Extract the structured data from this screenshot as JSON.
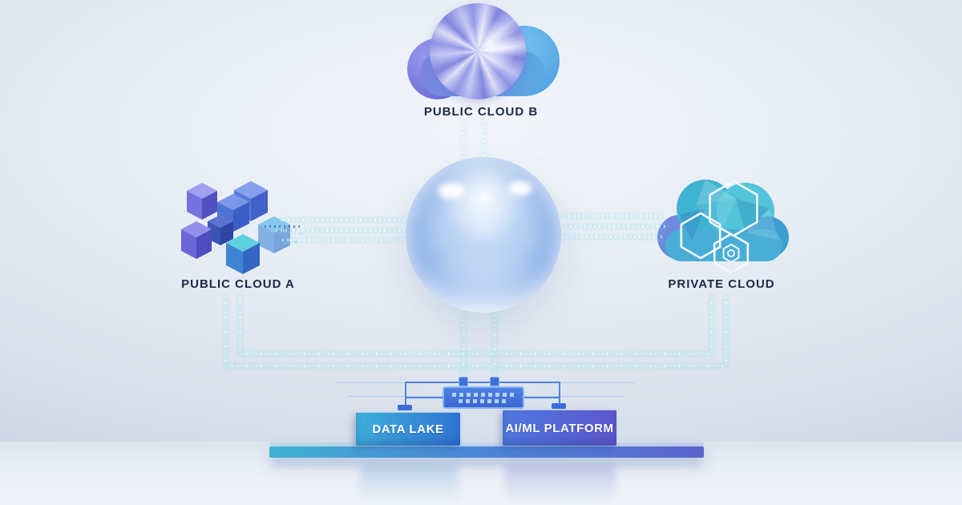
{
  "labels": {
    "public_cloud_b": "PUBLIC CLOUD B",
    "public_cloud_a": "PUBLIC CLOUD A",
    "private_cloud": "PRIVATE CLOUD",
    "data_lake": "DATA LAKE",
    "aiml_platform": "AI/ML PLATFORM"
  },
  "icons": {
    "public_cloud_b": "swirl-cloud-icon",
    "public_cloud_a": "cube-cluster-icon",
    "private_cloud": "hexagon-cloud-icon",
    "core": "glass-sphere",
    "hub": "data-bus-chip"
  },
  "colors": {
    "background_light": "#f2f5fa",
    "background_edge": "#c2cdde",
    "label_text": "#1c2948",
    "stream_cyan": "#baecf3",
    "wire_blue": "#4d86da",
    "data_lake_gradient": [
      "#3fb0dc",
      "#2f72d2"
    ],
    "aiml_gradient": [
      "#4e79e0",
      "#5f55cc"
    ],
    "platform_gradient": [
      "#3fb2d4",
      "#4b86d8",
      "#5b64cc"
    ],
    "sphere_blue": "#85abe6",
    "swirl_purple": "#8287e0",
    "private_cloud_teal": "#3eb4d2",
    "cube_blue": "#4a6fd4",
    "cube_purple": "#6c6ade"
  },
  "connections": [
    {
      "from": "public-cloud-b",
      "to": "core-sphere",
      "style": "particle-stream"
    },
    {
      "from": "public-cloud-a",
      "to": "core-sphere",
      "style": "particle-stream"
    },
    {
      "from": "core-sphere",
      "to": "private-cloud",
      "style": "particle-stream"
    },
    {
      "from": "public-cloud-a",
      "to": "integration-hub",
      "style": "particle-conduit"
    },
    {
      "from": "private-cloud",
      "to": "integration-hub",
      "style": "particle-conduit"
    },
    {
      "from": "core-sphere",
      "to": "integration-hub",
      "style": "particle-stream"
    },
    {
      "from": "integration-hub",
      "to": "data-lake",
      "style": "wire"
    },
    {
      "from": "integration-hub",
      "to": "aiml-platform",
      "style": "wire"
    }
  ]
}
